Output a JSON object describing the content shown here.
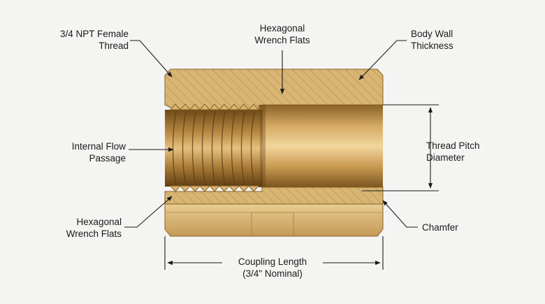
{
  "labels": {
    "npt_thread": "3/4 NPT Female\nThread",
    "wrench_flats_top": "Hexagonal\nWrench Flats",
    "body_wall": "Body Wall\nThickness",
    "flow_passage": "Internal Flow\nPassage",
    "pitch_diameter": "Thread Pitch\nDiameter",
    "wrench_flats_bottom": "Hexagonal\nWrench Flats",
    "chamfer": "Chamfer",
    "coupling_length": "Coupling Length\n(3/4\" Nominal)"
  },
  "colors": {
    "background": "#f4f4f2",
    "brass_light": "#e8c98a",
    "brass_mid": "#c99a52",
    "brass_dark": "#8a6226",
    "hatch": "#a9854a",
    "leader": "#1a1a1a"
  }
}
